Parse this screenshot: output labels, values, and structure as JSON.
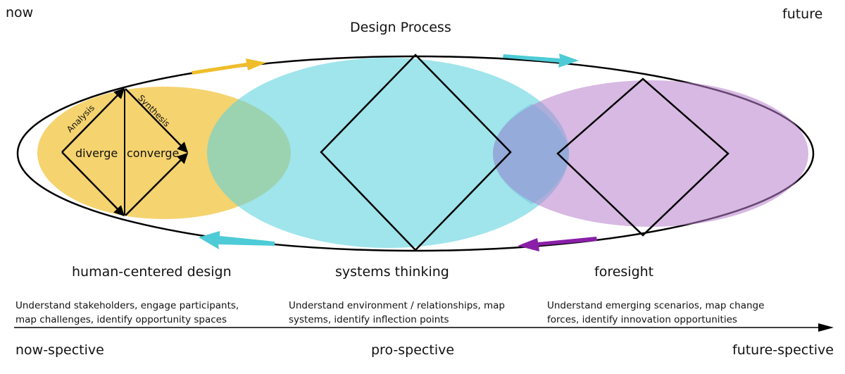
{
  "corners": {
    "left": "now",
    "right": "future"
  },
  "title": "Design Process",
  "diamond_labels": {
    "analysis": "Analysis",
    "synthesis": "Synthesis",
    "diverge": "diverge",
    "converge": "converge"
  },
  "sections": [
    {
      "name": "human-centered design",
      "desc_line1": "Understand stakeholders, engage participants,",
      "desc_line2": "map challenges, identify opportunity spaces",
      "tempo": "now-spective",
      "color": "#f2c84b"
    },
    {
      "name": "systems thinking",
      "desc_line1": "Understand environment / relationships, map",
      "desc_line2": "systems, identify inflection points",
      "tempo": "pro-spective",
      "color": "#5fd4dd"
    },
    {
      "name": "foresight",
      "desc_line1": "Understand emerging scenarios, map change",
      "desc_line2": "forces, identify innovation opportunities",
      "tempo": "future-spective",
      "color": "#c58fd6"
    }
  ],
  "arrow_colors": {
    "yellow": "#f0bd2a",
    "cyan": "#4dcbd6",
    "purple": "#8a1fa8"
  }
}
